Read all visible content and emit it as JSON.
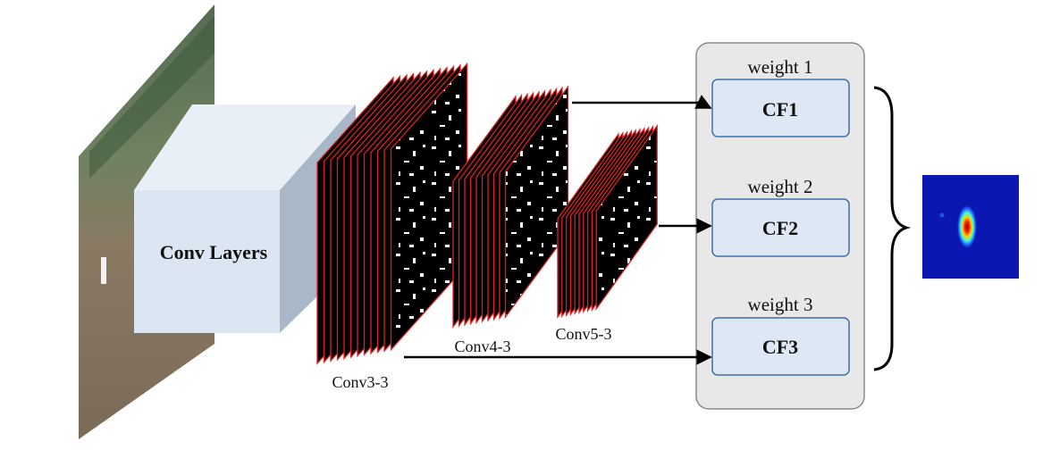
{
  "diagram": {
    "input_image": {
      "kind": "photo",
      "subject": "tracking video frame"
    },
    "conv_block": {
      "label": "Conv Layers",
      "color": "#dbe6f2"
    },
    "feature_maps": [
      {
        "label": "Conv3-3",
        "border_color": "#e02020"
      },
      {
        "label": "Conv4-3",
        "border_color": "#e02020"
      },
      {
        "label": "Conv5-3",
        "border_color": "#e02020"
      }
    ],
    "filters": [
      {
        "weight_label": "weight 1",
        "name": "CF1"
      },
      {
        "weight_label": "weight 2",
        "name": "CF2"
      },
      {
        "weight_label": "weight 3",
        "name": "CF3"
      }
    ],
    "filter_panel": {
      "background": "#e8e8e8",
      "box_fill": "#dde8f4",
      "box_border": "#3f6fa8"
    },
    "output": {
      "kind": "response-map"
    }
  }
}
